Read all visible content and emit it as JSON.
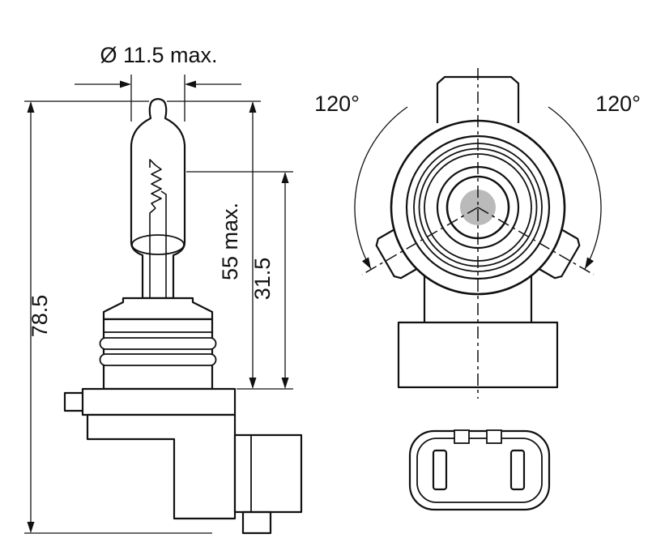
{
  "drawing": {
    "labels": {
      "diameter": "Ø 11.5 max.",
      "length_overall": "78.5",
      "length_55": "55 max.",
      "length_31_5": "31.5",
      "angle_left": "120°",
      "angle_right": "120°"
    },
    "colors": {
      "line": "#111111",
      "background": "#ffffff",
      "center_disc": "#9d9d9d",
      "center_disc_highlight": "#bababa",
      "foot_block": "#8f8f8f"
    }
  }
}
